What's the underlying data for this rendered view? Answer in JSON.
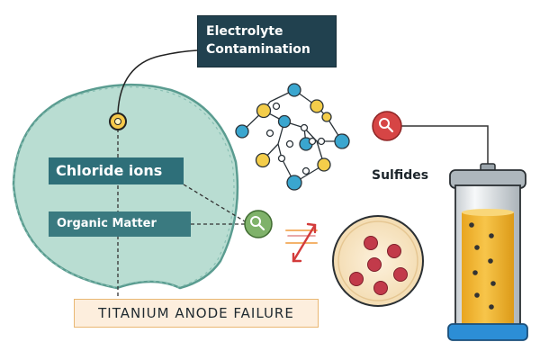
{
  "labels": {
    "title_line1": "Electrolyte",
    "title_line2": "Contamination",
    "chloride": "Chloride ions",
    "organic": "Organic Matter",
    "failure": "TITANIUM ANODE FAILURE",
    "sulfides": "Sulfides"
  },
  "icons": {
    "node": "target-circle-icon",
    "magnifier": "magnifier-icon",
    "crossed_arrows": "crossed-arrows-icon",
    "tank": "cylinder-tank-icon",
    "molecule": "molecule-icon",
    "petri_dish": "petri-dish-icon"
  },
  "colors": {
    "blob_fill": "#b9ddd2",
    "blob_stroke": "#5a9c90",
    "title_bg": "#21414f",
    "chloride_bg": "#2e6f79",
    "organic_bg": "#3a7a80",
    "failure_bg": "#fdeedd",
    "failure_border": "#e9b773",
    "magnifier_red": "#d64545",
    "magnifier_green": "#7fb26a",
    "tank_liquid": "#f2b63a",
    "molecule_yellow": "#f4cd4a",
    "molecule_blue": "#3aa6cf",
    "dish_particles": "#c23a4a"
  }
}
